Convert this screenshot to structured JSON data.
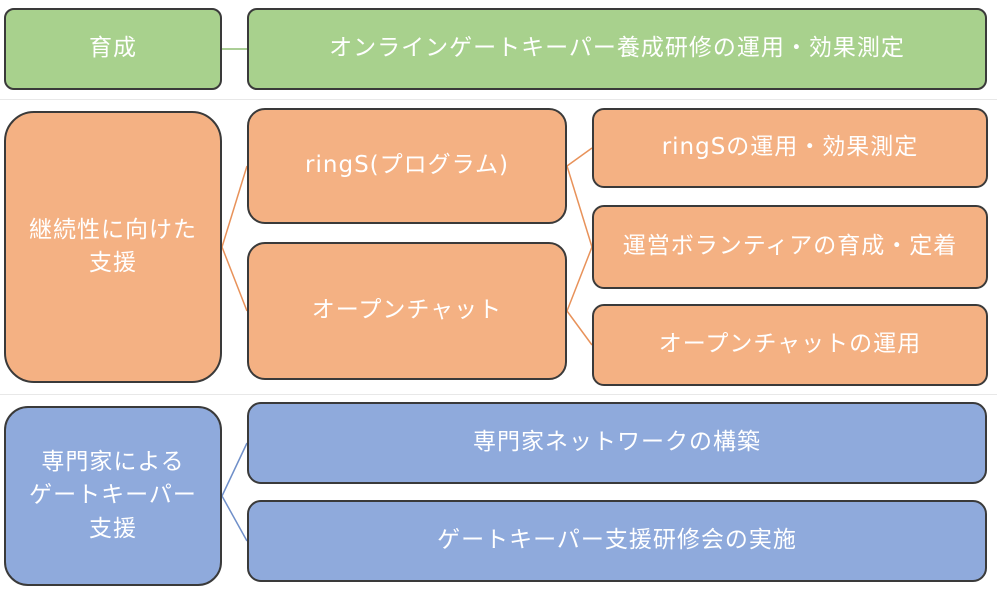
{
  "diagram": {
    "training": {
      "label": "育成",
      "children": [
        {
          "label": "オンラインゲートキーパー養成研修の運用・効果測定"
        }
      ]
    },
    "continuous": {
      "label": "継続性に向けた\n支援",
      "children": [
        {
          "label": "ringS(プログラム)",
          "children": [
            {
              "label": "ringSの運用・効果測定"
            },
            {
              "label": "運営ボランティアの育成・定着"
            }
          ]
        },
        {
          "label": "オープンチャット",
          "children": [
            {
              "label": "運営ボランティアの育成・定着"
            },
            {
              "label": "オープンチャットの運用"
            }
          ]
        }
      ]
    },
    "expert": {
      "label": "専門家による\nゲートキーパー\n支援",
      "children": [
        {
          "label": "専門家ネットワークの構築"
        },
        {
          "label": "ゲートキーパー支援研修会の実施"
        }
      ]
    },
    "colors": {
      "green": "#a8d18d",
      "orange": "#f4b183",
      "blue": "#8faadc",
      "green_line": "#8fbd74",
      "orange_line": "#e8925a",
      "blue_line": "#6f8fc9"
    }
  }
}
